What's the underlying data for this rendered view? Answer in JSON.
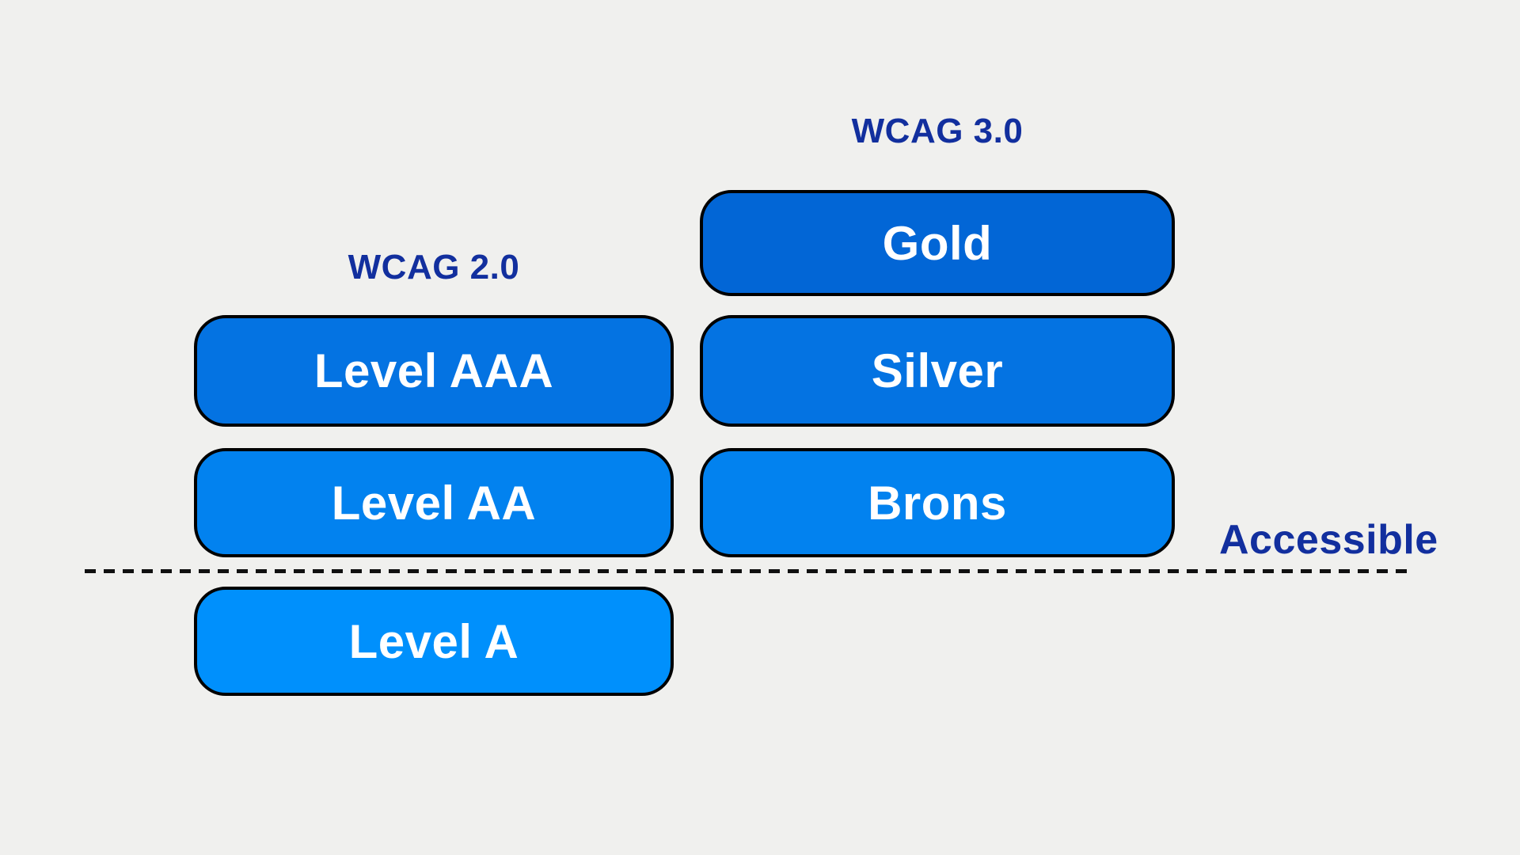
{
  "diagram": {
    "description": "Comparison of WCAG 2.0 conformance levels and WCAG 3.0 rating levels with an accessibility threshold line",
    "background_color": "#f0f0ee",
    "heading_text_color": "#122F9E",
    "box_border_color": "#0b0b14",
    "box_text_color": "#ffffff",
    "threshold_line_color": "#101010"
  },
  "columns": [
    {
      "title": "WCAG 2.0",
      "boxes": [
        {
          "label": "Level AAA",
          "fill": "#0473E2"
        },
        {
          "label": "Level AA",
          "fill": "#0282EF"
        },
        {
          "label": "Level A",
          "fill": "#0090FC"
        }
      ]
    },
    {
      "title": "WCAG 3.0",
      "boxes": [
        {
          "label": "Gold",
          "fill": "#0266D6"
        },
        {
          "label": "Silver",
          "fill": "#0473E2"
        },
        {
          "label": "Brons",
          "fill": "#0282EF"
        }
      ]
    }
  ],
  "divider": {
    "label": "Accessible"
  }
}
